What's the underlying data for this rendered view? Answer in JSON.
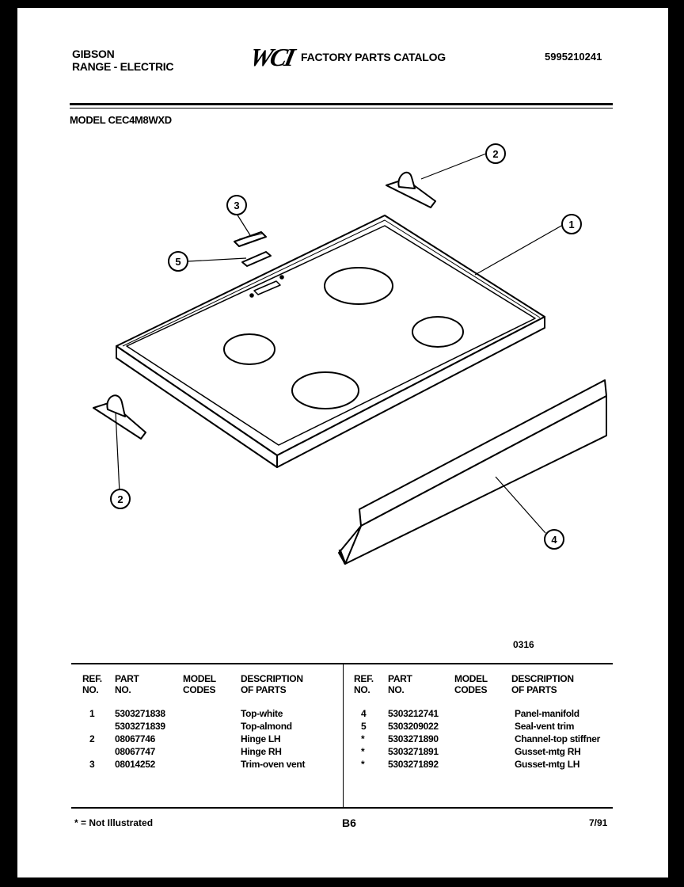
{
  "header": {
    "brand": "GIBSON",
    "product": "RANGE - ELECTRIC",
    "logo": "WCI",
    "title": "FACTORY PARTS CATALOG",
    "catalog_number": "5995210241"
  },
  "model_line": "MODEL CEC4M8WXD",
  "callouts": [
    "1",
    "2",
    "2",
    "3",
    "4",
    "5"
  ],
  "figure_code": "0316",
  "table": {
    "left_headers": {
      "ref": "REF.\nNO.",
      "part": "PART\nNO.",
      "codes": "MODEL\nCODES",
      "desc": "DESCRIPTION\nOF PARTS"
    },
    "right_headers": {
      "ref": "REF.\nNO.",
      "part": "PART\nNO.",
      "codes": "MODEL\nCODES",
      "desc": "DESCRIPTION\nOF PARTS"
    },
    "left_rows": [
      {
        "ref": "1",
        "part": "5303271838",
        "desc": "Top-white"
      },
      {
        "ref": "",
        "part": "5303271839",
        "desc": "Top-almond"
      },
      {
        "ref": "2",
        "part": "08067746",
        "desc": "Hinge LH"
      },
      {
        "ref": "",
        "part": "08067747",
        "desc": "Hinge RH"
      },
      {
        "ref": "3",
        "part": "08014252",
        "desc": "Trim-oven vent"
      }
    ],
    "right_rows": [
      {
        "ref": "4",
        "part": "5303212741",
        "desc": "Panel-manifold"
      },
      {
        "ref": "5",
        "part": "5303209022",
        "desc": "Seal-vent trim"
      },
      {
        "ref": "*",
        "part": "5303271890",
        "desc": "Channel-top stiffner"
      },
      {
        "ref": "*",
        "part": "5303271891",
        "desc": "Gusset-mtg RH"
      },
      {
        "ref": "*",
        "part": "5303271892",
        "desc": "Gusset-mtg LH"
      }
    ]
  },
  "footer": {
    "note": "* = Not Illustrated",
    "page": "B6",
    "date": "7/91"
  }
}
